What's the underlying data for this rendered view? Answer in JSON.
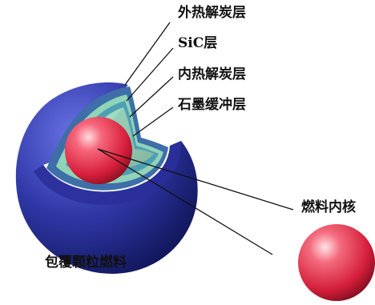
{
  "labels": {
    "outer_pyc": "外热解炭层",
    "sic": "SiC层",
    "inner_pyc": "内热解炭层",
    "buffer": "石墨缓冲层",
    "kernel": "燃料内核",
    "particle": "包覆颗粒燃料"
  },
  "colors": {
    "outer_layer": "#2a2f9a",
    "inner_pyc_layer": "#3e6fa8",
    "sic_layer": "#8fd4b8",
    "buffer_layer": "#4f9fb3",
    "kernel": "#e8344f",
    "text": "#111111"
  }
}
